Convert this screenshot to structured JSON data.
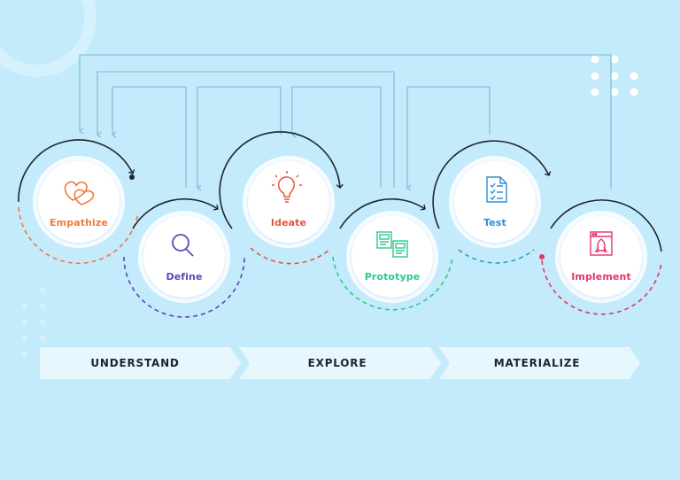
{
  "stages": [
    {
      "id": "empathize",
      "label": "Empathize",
      "color": "#f07a3c",
      "icon": "hearts-icon"
    },
    {
      "id": "define",
      "label": "Define",
      "color": "#5a48b8",
      "icon": "magnifier-icon"
    },
    {
      "id": "ideate",
      "label": "Ideate",
      "color": "#e8533c",
      "icon": "lightbulb-icon"
    },
    {
      "id": "prototype",
      "label": "Prototype",
      "color": "#2ec98a",
      "icon": "wireframe-icon"
    },
    {
      "id": "test",
      "label": "Test",
      "color": "#2d8fd4",
      "icon": "checklist-icon"
    },
    {
      "id": "implement",
      "label": "Implement",
      "color": "#e0356a",
      "icon": "rocket-window-icon"
    }
  ],
  "phases": [
    {
      "id": "understand",
      "label": "UNDERSTAND"
    },
    {
      "id": "explore",
      "label": "EXPLORE"
    },
    {
      "id": "materialize",
      "label": "MATERIALIZE"
    }
  ],
  "colors": {
    "background": "#c3ebfb",
    "connector": "#7ab8d0",
    "arc": "#1d2430",
    "circle": "#ffffff",
    "banner": "#e6f7fd"
  }
}
